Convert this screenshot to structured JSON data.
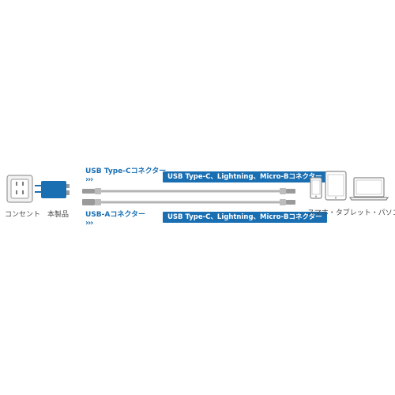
{
  "outlet": {
    "label": "コンセント"
  },
  "charger": {
    "label": "本製品"
  },
  "cable_c": {
    "input_label": "USB Type-Cコネクター",
    "output_label": "USB Type-C、Lightning、Micro-Bコネクター",
    "arrows": "›››"
  },
  "cable_a": {
    "input_label": "USB-Aコネクター",
    "output_label": "USB Type-C、Lightning、Micro-Bコネクター",
    "arrows": "›››"
  },
  "devices": {
    "label": "スマホ・タブレット・パソコン"
  },
  "colors": {
    "accent": "#1a6fb3",
    "cable": "#b4b4b4",
    "device_outline": "#8a8a8a"
  }
}
